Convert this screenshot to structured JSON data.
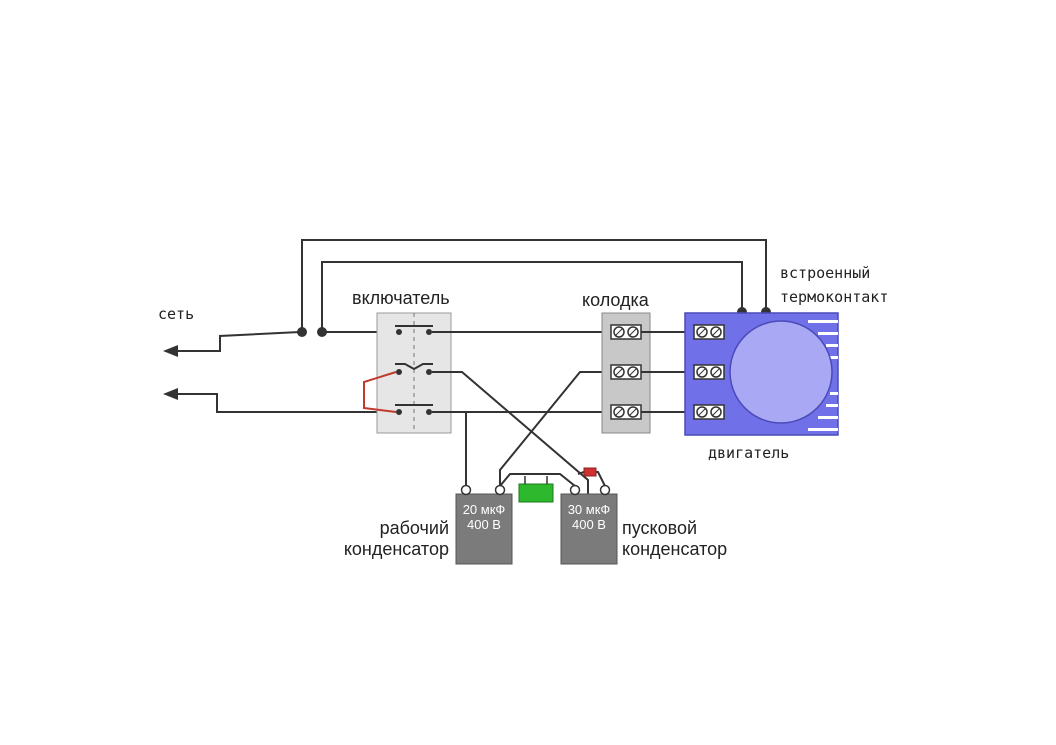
{
  "labels": {
    "network": "сеть",
    "switch": "включатель",
    "terminal_block": "колодка",
    "thermo_line1": "встроенный",
    "thermo_line2": "термоконтакт",
    "motor": "двигатель",
    "run_cap_line1": "рабочий",
    "run_cap_line2": "конденсатор",
    "start_cap_line1": "пусковой",
    "start_cap_line2": "конденсатор"
  },
  "capacitors": {
    "run": {
      "capacitance": "20 мкФ",
      "voltage": "400 В"
    },
    "start": {
      "capacitance": "30 мкФ",
      "voltage": "400 В"
    }
  },
  "colors": {
    "wire": "#333333",
    "switch_body": "#e6e6e6",
    "terminal_block": "#c8c8c8",
    "motor_body": "#7070e8",
    "motor_rotor": "#a8a8f4",
    "capacitor": "#7b7b7b",
    "jumper": "#c0392b",
    "green_part": "#2db82d",
    "resistor": "#d03030"
  }
}
